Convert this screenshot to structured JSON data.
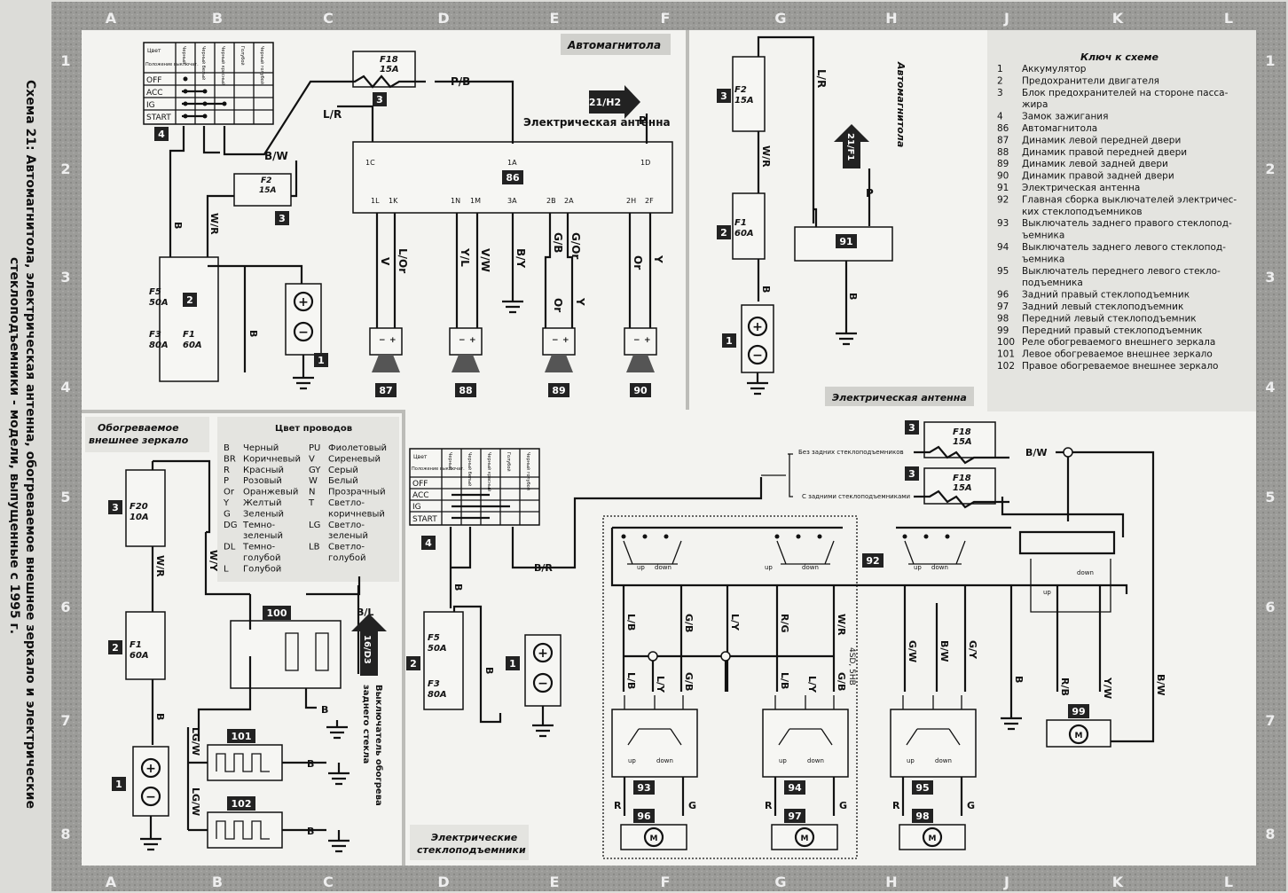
{
  "title": "Схема 21: Автомагнитола, электрическая антенна, обогреваемое внешнее зеркало и электрические стеклоподъемники - модели, выпущенные с 1995 г.",
  "title_line1": "Схема 21: Автомагнитола, электрическая антенна, обогреваемое внешнее зеркало и электрические",
  "title_line2": "стеклоподъемники - модели, выпущенные с 1995 г.",
  "grid_cols": [
    "A",
    "B",
    "C",
    "D",
    "E",
    "F",
    "G",
    "H",
    "J",
    "K",
    "L"
  ],
  "grid_rows": [
    "1",
    "2",
    "3",
    "4",
    "5",
    "6",
    "7",
    "8"
  ],
  "section_titles": {
    "radio": "Автомагнитола",
    "antenna_top": "Автомагнитола",
    "antenna": "Электрическая антенна",
    "mirror_line1": "Обогреваемое",
    "mirror_line2": "внешнее зеркало",
    "windows_line1": "Электрические",
    "windows_line2": "стеклоподъемники"
  },
  "ignition_switch": {
    "header_left": "Цвет",
    "header_left2": "Положение выключат.",
    "columns": [
      "Черный",
      "Черный белый",
      "Черный красный",
      "Голубой",
      "Черный голубой"
    ],
    "rows": [
      "OFF",
      "ACC",
      "IG",
      "START"
    ]
  },
  "key": {
    "title": "Ключ к схеме",
    "items": [
      {
        "num": "1",
        "text": "Аккумулятор"
      },
      {
        "num": "2",
        "text": "Предохранители двигателя"
      },
      {
        "num": "3",
        "text": "Блок предохранителей на стороне пасса-"
      },
      {
        "num": "",
        "text": "жира"
      },
      {
        "num": "4",
        "text": "Замок зажигания"
      },
      {
        "num": "86",
        "text": "Автомагнитола"
      },
      {
        "num": "87",
        "text": "Динамик левой передней двери"
      },
      {
        "num": "88",
        "text": "Динамик правой передней двери"
      },
      {
        "num": "89",
        "text": "Динамик левой задней двери"
      },
      {
        "num": "90",
        "text": "Динамик правой задней двери"
      },
      {
        "num": "91",
        "text": "Электрическая антенна"
      },
      {
        "num": "92",
        "text": "Главная сборка выключателей электричес-"
      },
      {
        "num": "",
        "text": "ких стеклоподъемников"
      },
      {
        "num": "93",
        "text": "Выключатель заднего правого стеклопод-"
      },
      {
        "num": "",
        "text": "ъемника"
      },
      {
        "num": "94",
        "text": "Выключатель заднего левого стеклопод-"
      },
      {
        "num": "",
        "text": "ъемника"
      },
      {
        "num": "95",
        "text": "Выключатель переднего левого стекло-"
      },
      {
        "num": "",
        "text": "подъемника"
      },
      {
        "num": "96",
        "text": "Задний правый стеклоподъемник"
      },
      {
        "num": "97",
        "text": "Задний левый стеклоподъемник"
      },
      {
        "num": "98",
        "text": "Передний левый стеклоподъемник"
      },
      {
        "num": "99",
        "text": "Передний правый стеклоподъемник"
      },
      {
        "num": "100",
        "text": "Реле обогреваемого внешнего зеркала"
      },
      {
        "num": "101",
        "text": "Левое обогреваемое внешнее зеркало"
      },
      {
        "num": "102",
        "text": "Правое обогреваемое внешнее зеркало"
      }
    ]
  },
  "wire_colors": {
    "title": "Цвет проводов",
    "left": [
      {
        "code": "B",
        "name": "Черный"
      },
      {
        "code": "BR",
        "name": "Коричневый"
      },
      {
        "code": "R",
        "name": "Красный"
      },
      {
        "code": "P",
        "name": "Розовый"
      },
      {
        "code": "Or",
        "name": "Оранжевый"
      },
      {
        "code": "Y",
        "name": "Желтый"
      },
      {
        "code": "G",
        "name": "Зеленый"
      },
      {
        "code": "DG",
        "name": "Темно-"
      },
      {
        "code": "",
        "name": "зеленый"
      },
      {
        "code": "DL",
        "name": "Темно-"
      },
      {
        "code": "",
        "name": "голубой"
      },
      {
        "code": "L",
        "name": "Голубой"
      }
    ],
    "right": [
      {
        "code": "PU",
        "name": "Фиолетовый"
      },
      {
        "code": "V",
        "name": "Сиреневый"
      },
      {
        "code": "GY",
        "name": "Серый"
      },
      {
        "code": "W",
        "name": "Белый"
      },
      {
        "code": "N",
        "name": "Прозрачный"
      },
      {
        "code": "T",
        "name": "Светло-"
      },
      {
        "code": "",
        "name": "коричневый"
      },
      {
        "code": "LG",
        "name": "Светло-"
      },
      {
        "code": "",
        "name": "зеленый"
      },
      {
        "code": "LB",
        "name": "Светло-"
      },
      {
        "code": "",
        "name": "голубой"
      }
    ]
  },
  "fuses": {
    "f18": [
      "F18",
      "15A"
    ],
    "f2": [
      "F2",
      "15A"
    ],
    "f5": [
      "F5",
      "50A"
    ],
    "f3": [
      "F3",
      "80A"
    ],
    "f1": [
      "F1",
      "60A"
    ],
    "f20": [
      "F20",
      "10A"
    ]
  },
  "refs": {
    "r1": "21/H2",
    "r2": "21/F1",
    "r3": "16/D3"
  },
  "labels": {
    "antenna_label": "Электрическая антенна",
    "no_rear": "Без задних стеклоподъемников",
    "with_rear": "С задними стеклоподъемниками",
    "rear_defog_line1": "Выключатель обогрева",
    "rear_defog_line2": "заднего стекла",
    "door_variant": "4SD, 5HB",
    "up": "up",
    "down": "down",
    "motor": "M"
  },
  "wires": {
    "pb": "P/B",
    "lr": "L/R",
    "bw": "B/W",
    "b": "B",
    "wr": "W/R",
    "p": "P",
    "v": "V",
    "lor": "L/Or",
    "yl": "Y/L",
    "vw": "V/W",
    "by": "B/Y",
    "gb": "G/B",
    "gor": "G/Or",
    "or": "Or",
    "y": "Y",
    "wy": "W/Y",
    "bl": "B/L",
    "lgw": "LG/W",
    "br": "B/R",
    "lb": "L/B",
    "ly": "L/Y",
    "rg": "R/G",
    "gw": "G/W",
    "bw2": "B/W",
    "gy": "G/Y",
    "rb": "R/B",
    "yw": "Y/W",
    "r": "R",
    "g": "G"
  },
  "pins": {
    "p1c": "1C",
    "p1a": "1A",
    "p1d": "1D",
    "p1l": "1L",
    "p1k": "1K",
    "p1n": "1N",
    "p1m": "1M",
    "p3a": "3A",
    "p2b": "2B",
    "p2a": "2A",
    "p2h": "2H",
    "p2f": "2F"
  },
  "components": {
    "c1": "1",
    "c2": "2",
    "c3": "3",
    "c4": "4",
    "c86": "86",
    "c87": "87",
    "c88": "88",
    "c89": "89",
    "c90": "90",
    "c91": "91",
    "c92": "92",
    "c93": "93",
    "c94": "94",
    "c95": "95",
    "c96": "96",
    "c97": "97",
    "c98": "98",
    "c99": "99",
    "c100": "100",
    "c101": "101",
    "c102": "102"
  },
  "symbols": {
    "plus": "+",
    "minus": "−"
  }
}
